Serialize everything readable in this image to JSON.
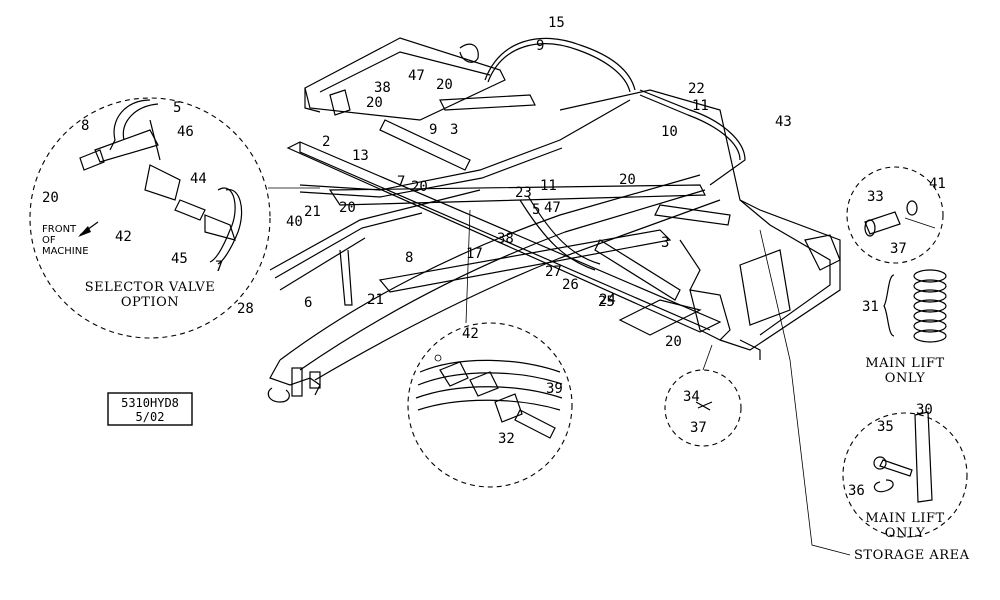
{
  "selector_valve": {
    "title_line1": "SELECTOR VALVE",
    "title_line2": "OPTION",
    "front_line1": "FRONT",
    "front_line2": "OF",
    "front_line3": "MACHINE",
    "labels": [
      "5",
      "8",
      "46",
      "20",
      "44",
      "42",
      "45",
      "7"
    ]
  },
  "main_labels": [
    "15",
    "9",
    "22",
    "47",
    "20",
    "38",
    "20",
    "11",
    "43",
    "2",
    "9",
    "3",
    "10",
    "13",
    "7",
    "20",
    "23",
    "11",
    "20",
    "47",
    "5",
    "40",
    "21",
    "20",
    "17",
    "38",
    "3",
    "8",
    "27",
    "26",
    "24",
    "25",
    "21",
    "6",
    "28",
    "20"
  ],
  "pin_detail": {
    "labels": [
      "33",
      "41",
      "37"
    ]
  },
  "spring_detail": {
    "label": "31",
    "caption_line1": "MAIN LIFT",
    "caption_line2": "ONLY"
  },
  "clip_detail": {
    "labels": [
      "34",
      "37"
    ]
  },
  "bracket_detail": {
    "labels": [
      "42",
      "39",
      "32"
    ]
  },
  "latch_detail": {
    "labels": [
      "30",
      "35",
      "36"
    ],
    "caption_line1": "MAIN LIFT",
    "caption_line2": "ONLY"
  },
  "storage": {
    "label": "STORAGE AREA"
  },
  "drawing_id": {
    "line1": "5310HYD8",
    "line2": "5/02"
  }
}
